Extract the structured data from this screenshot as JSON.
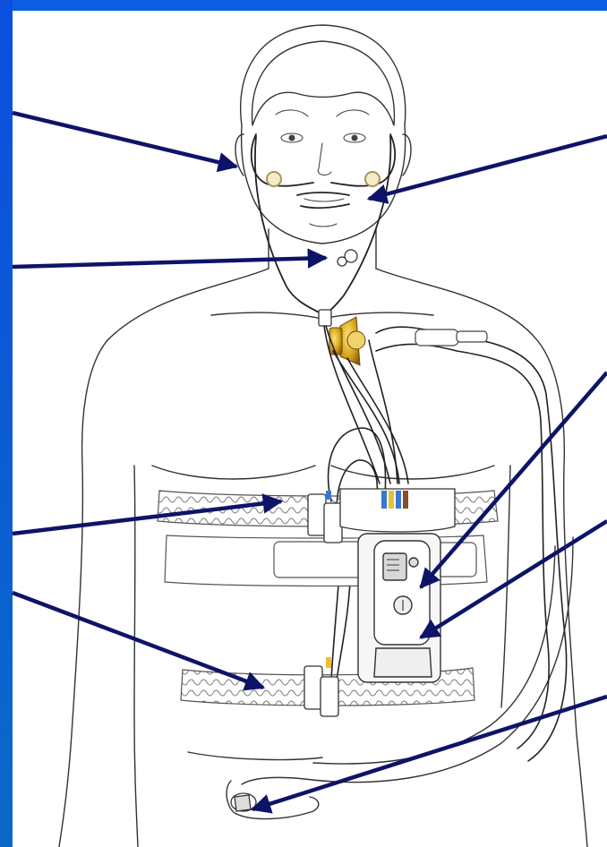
{
  "figure": {
    "subject": "",
    "background_color": "#0a5ad8",
    "canvas_color": "#ffffff",
    "pointer_color": "#0d1468",
    "strap_pattern": "sine-wave",
    "sensor_colors": {
      "speaker": "#d8a41c",
      "connector_yellow": "#e6c230",
      "connector_brown": "#8a4c2a",
      "connector_blue": "#3a78d0"
    }
  },
  "callouts": [
    {
      "id": "ear-lead"
    },
    {
      "id": "nasal-cannula"
    },
    {
      "id": "neck-sensor"
    },
    {
      "id": "recorder-button"
    },
    {
      "id": "recorder-pouch"
    },
    {
      "id": "chest-belt"
    },
    {
      "id": "abdomen-belt"
    },
    {
      "id": "finger-oximeter"
    }
  ]
}
